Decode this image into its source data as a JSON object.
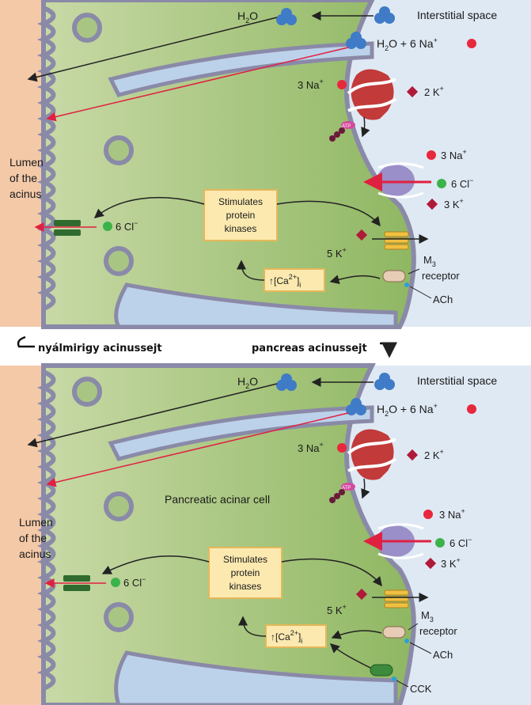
{
  "panels": [
    {
      "id": "top",
      "interstitial": "Interstitial space",
      "water_top": "H",
      "water_top_sub": "2",
      "water_top_end": "O",
      "water_na": "H",
      "water_na_sub": "2",
      "water_na_mid": "O + 6 Na",
      "water_na_sup": "+",
      "pump_na": "3 Na",
      "pump_na_sup": "+",
      "pump_k": "2 K",
      "pump_k_sup": "+",
      "atp": "ATP",
      "nkcc_na": "3 Na",
      "nkcc_na_sup": "+",
      "nkcc_cl": "6 Cl",
      "nkcc_cl_sup": "−",
      "nkcc_k": "3 K",
      "nkcc_k_sup": "+",
      "lumen": [
        "Lumen",
        "of the",
        "acinus"
      ],
      "cl_channel": "6 Cl",
      "cl_channel_sup": "−",
      "box": [
        "Stimulates",
        "protein",
        "kinases"
      ],
      "kch": "5 K",
      "kch_sup": "+",
      "ca": "[Ca",
      "ca_sup": "2+",
      "ca_end": "]",
      "ca_sub": "i",
      "receptor_m": "M",
      "receptor_sub": "3",
      "receptor_word": "receptor",
      "ach": "ACh"
    },
    {
      "id": "bottom",
      "interstitial": "Interstitial space",
      "water_top": "H",
      "water_top_sub": "2",
      "water_top_end": "O",
      "water_na": "H",
      "water_na_sub": "2",
      "water_na_mid": "O + 6 Na",
      "water_na_sup": "+",
      "pump_na": "3 Na",
      "pump_na_sup": "+",
      "pump_k": "2 K",
      "pump_k_sup": "+",
      "atp": "ATP",
      "cell": "Pancreatic acinar cell",
      "nkcc_na": "3 Na",
      "nkcc_na_sup": "+",
      "nkcc_cl": "6 Cl",
      "nkcc_cl_sup": "−",
      "nkcc_k": "3 K",
      "nkcc_k_sup": "+",
      "lumen": [
        "Lumen",
        "of the",
        "acinus"
      ],
      "cl_channel": "6 Cl",
      "cl_channel_sup": "−",
      "box": [
        "Stimulates",
        "protein",
        "kinases"
      ],
      "kch": "5 K",
      "kch_sup": "+",
      "ca": "[Ca",
      "ca_sup": "2+",
      "ca_end": "]",
      "ca_sub": "i",
      "receptor_m": "M",
      "receptor_sub": "3",
      "receptor_word": "receptor",
      "ach": "ACh",
      "cck": "CCK"
    }
  ],
  "captions": {
    "left": "nyálmirigy acinussejt",
    "right": "pancreas acinussejt"
  },
  "colors": {
    "cell": "#9bbd6e",
    "lumen": "#f3c9a8",
    "interstitial": "#dfe9f3",
    "membrane": "#8a8aa8",
    "water": "#3f7bc7",
    "na": "#e8283c",
    "k": "#b01a3a",
    "cl": "#3cb34a",
    "box": "#fbe9b0",
    "box_border": "#e6b85a",
    "pump": "#c23a3a",
    "nkcc": "#9a8fc9"
  }
}
